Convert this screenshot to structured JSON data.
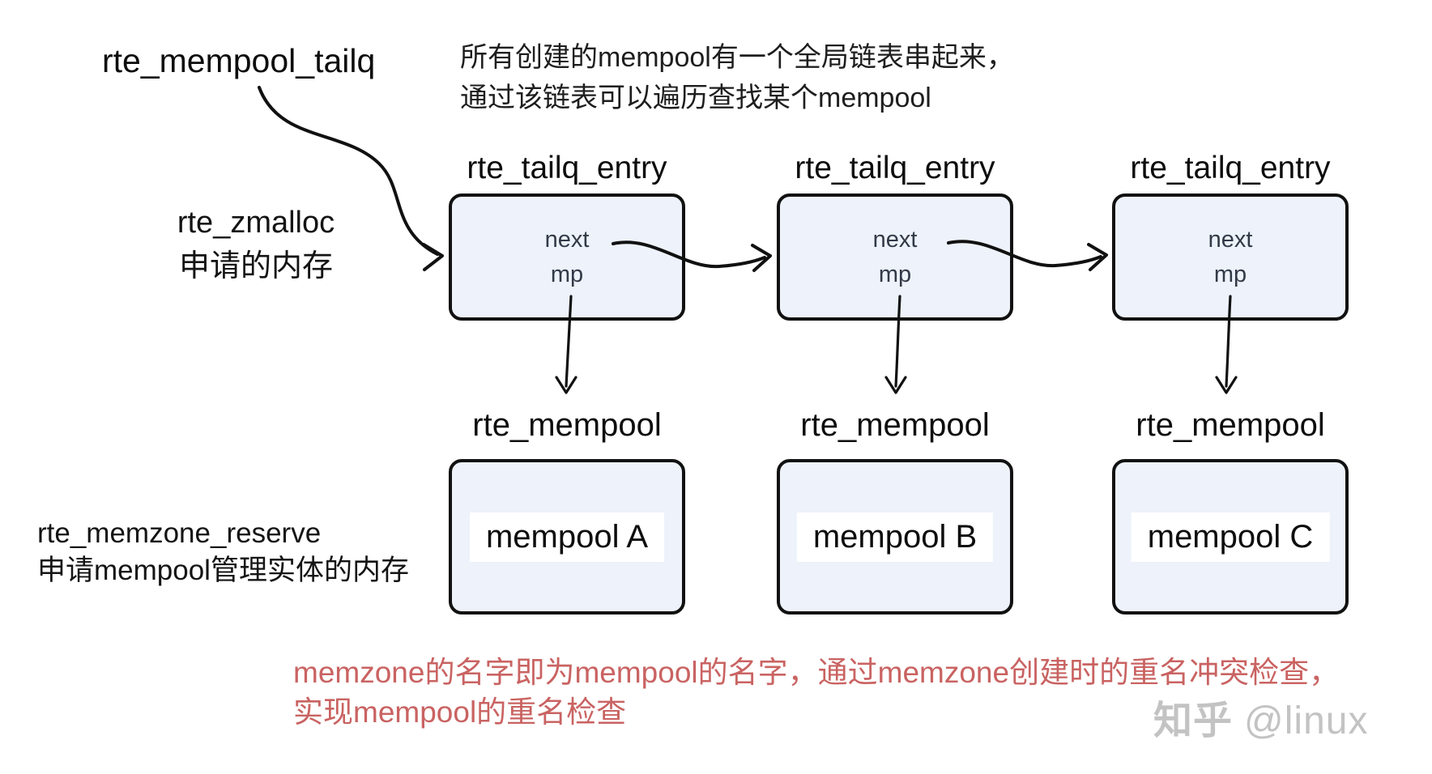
{
  "diagram": {
    "tailq_label": "rte_mempool_tailq",
    "description": {
      "line1": "所有创建的mempool有一个全局链表串起来，",
      "line2": "通过该链表可以遍历查找某个mempool"
    },
    "zmalloc_note": {
      "line1": "rte_zmalloc",
      "line2": "申请的内存"
    },
    "memzone_note": {
      "line1": "rte_memzone_reserve",
      "line2": "申请mempool管理实体的内存"
    },
    "entries": [
      {
        "title": "rte_tailq_entry",
        "field_next": "next",
        "field_mp": "mp"
      },
      {
        "title": "rte_tailq_entry",
        "field_next": "next",
        "field_mp": "mp"
      },
      {
        "title": "rte_tailq_entry",
        "field_next": "next",
        "field_mp": "mp"
      }
    ],
    "mempools": [
      {
        "title": "rte_mempool",
        "label": "mempool A"
      },
      {
        "title": "rte_mempool",
        "label": "mempool B"
      },
      {
        "title": "rte_mempool",
        "label": "mempool C"
      }
    ],
    "red_note": {
      "line1": "memzone的名字即为mempool的名字，通过memzone创建时的重名冲突检查，",
      "line2": "实现mempool的重名检查"
    },
    "watermark": {
      "logo": "知乎",
      "handle": "@linux"
    },
    "colors": {
      "box_fill": "#edf2fb",
      "box_border": "#111111",
      "arrow": "#111111",
      "red_note": "#c96362",
      "watermark": "#c3c3c3",
      "field_text": "#333a47"
    }
  }
}
